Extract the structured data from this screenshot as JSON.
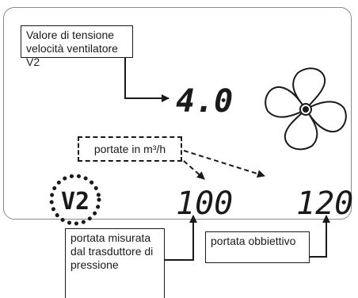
{
  "callouts": {
    "voltage_label": "Valore di tensione velocità ventilatore V2",
    "flow_units_label": "portate in m³/h",
    "measured_flow_label": "portata misurata dal trasduttore di pressione",
    "target_flow_label": "portata obbiettivo"
  },
  "display": {
    "voltage_value": "4.0",
    "speed_indicator": "V2",
    "measured_flow_value": "100",
    "target_flow_value": "120"
  },
  "icons": {
    "fan": "fan-icon"
  },
  "colors": {
    "ink": "#1a1a1a",
    "panel_border": "#8a8a8a"
  }
}
